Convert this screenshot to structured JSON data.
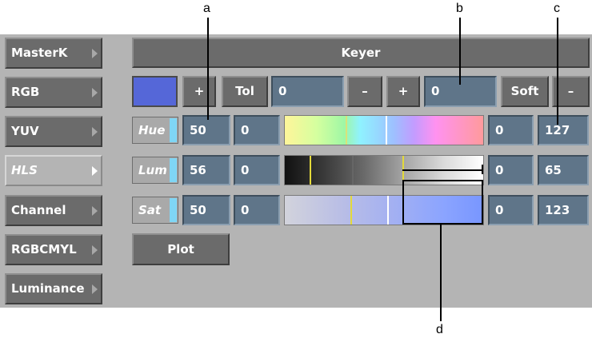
{
  "sidebar": {
    "items": [
      {
        "label": "MasterK"
      },
      {
        "label": "RGB"
      },
      {
        "label": "YUV"
      },
      {
        "label": "HLS"
      },
      {
        "label": "Channel"
      },
      {
        "label": "RGBCMYL"
      },
      {
        "label": "Luminance"
      }
    ]
  },
  "header": {
    "title": "Keyer"
  },
  "toolbar": {
    "plus_label": "+",
    "tol_label": "Tol",
    "tol_value": "0",
    "minus_label": "–",
    "plus2_label": "+",
    "soft_value": "0",
    "soft_label": "Soft",
    "minus2_label": "–",
    "swatch_color": "#5567d8"
  },
  "rows": [
    {
      "label": "Hue",
      "value": "50",
      "offset": "0",
      "min": "0",
      "max": "127"
    },
    {
      "label": "Lum",
      "value": "56",
      "offset": "0",
      "min": "0",
      "max": "65"
    },
    {
      "label": "Sat",
      "value": "50",
      "offset": "0",
      "min": "0",
      "max": "123"
    }
  ],
  "plot_label": "Plot",
  "callouts": {
    "a": "a",
    "b": "b",
    "c": "c",
    "d": "d"
  }
}
